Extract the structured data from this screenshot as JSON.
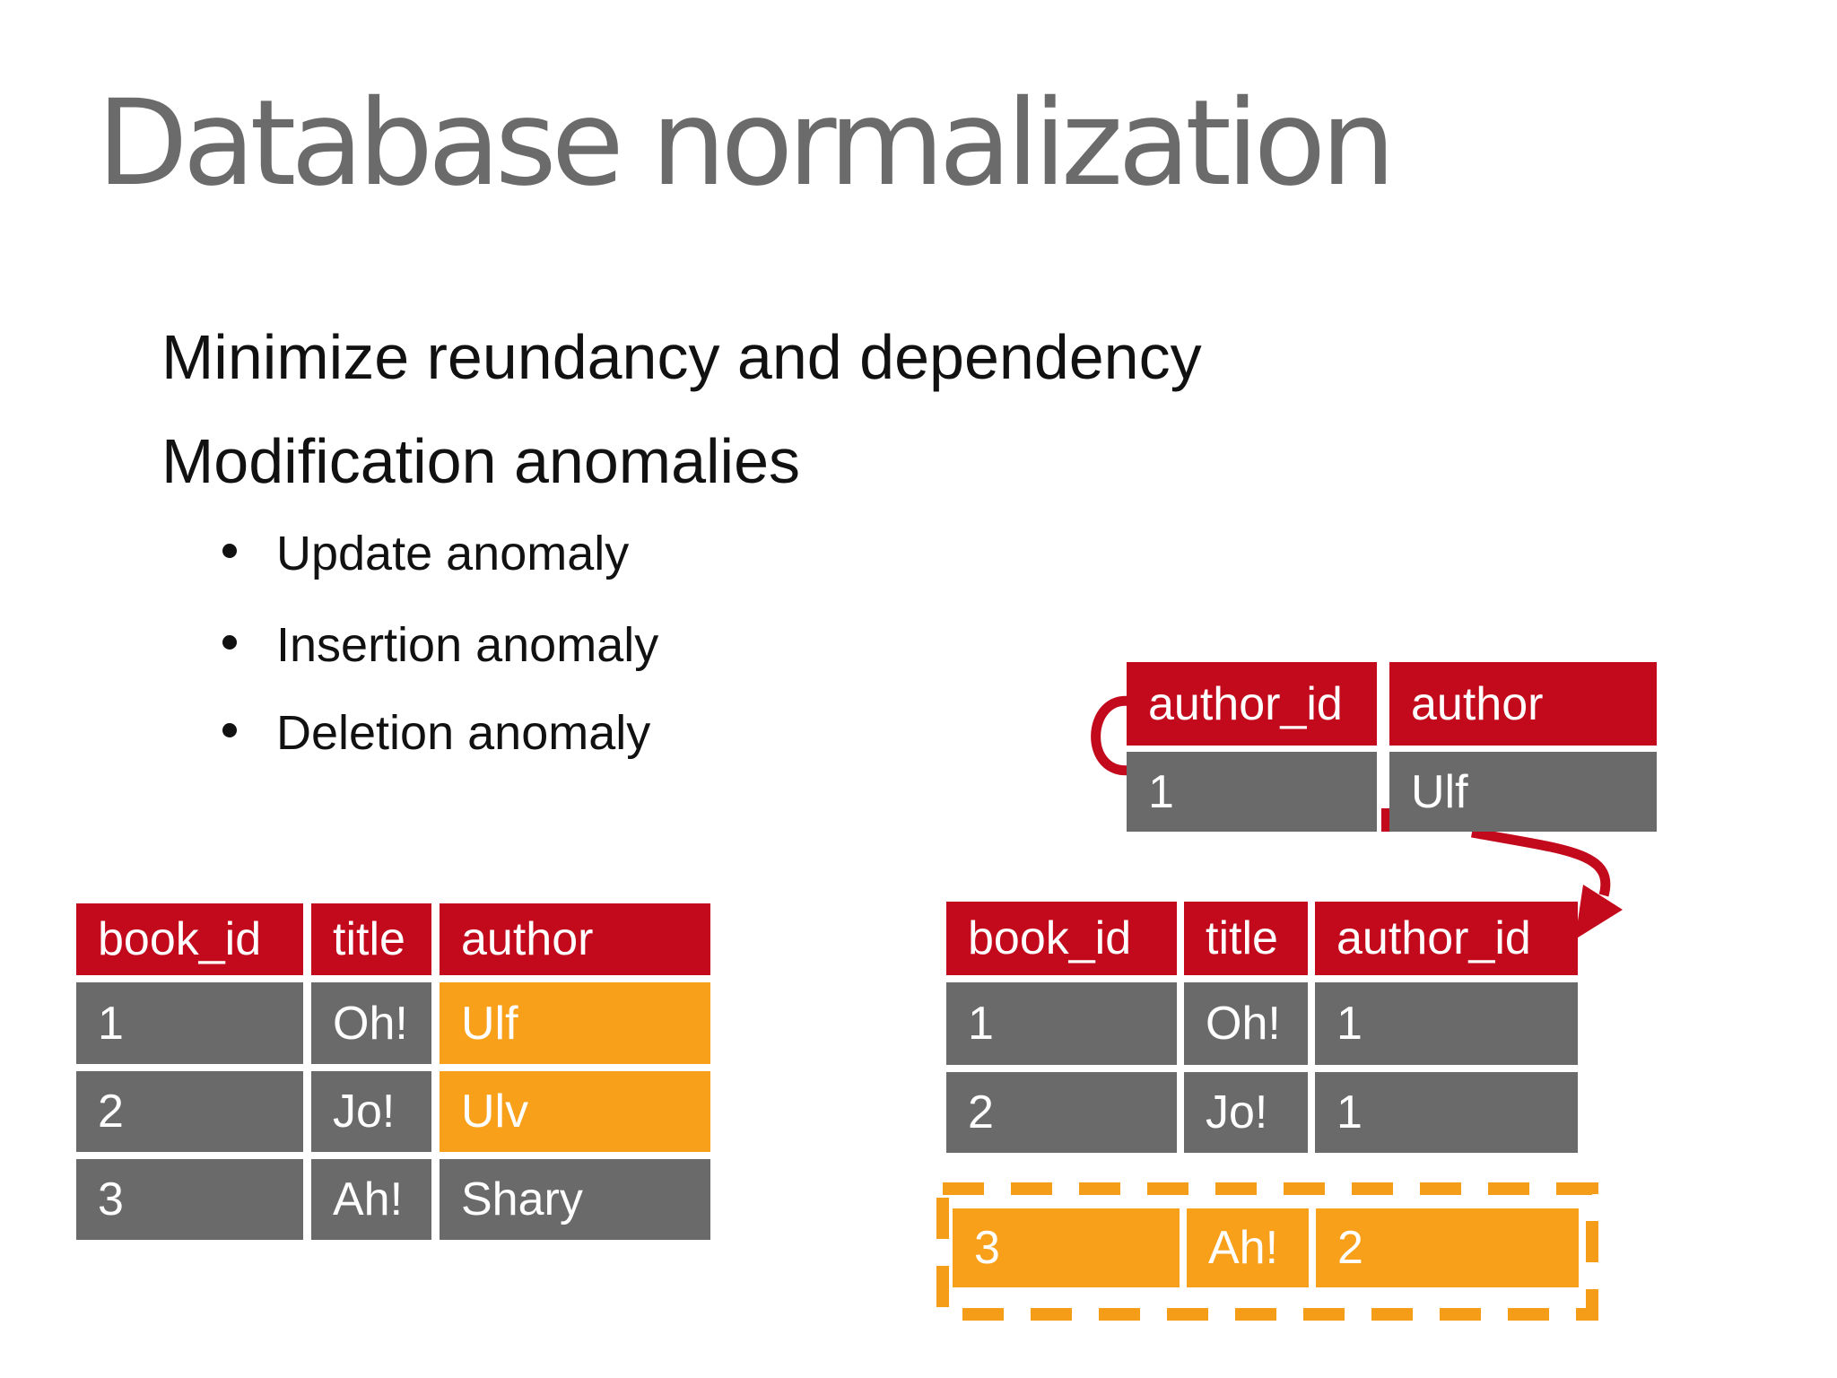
{
  "slide": {
    "title": "Database normalization",
    "subtitle_lines": [
      "Minimize reundancy and dependency",
      "Modification anomalies"
    ],
    "bullets": [
      "Update anomaly",
      "Insertion anomaly",
      "Deletion anomaly"
    ]
  },
  "colors": {
    "title_gray": "#6b6b6b",
    "text_black": "#111111",
    "header_red": "#c3091c",
    "cell_gray": "#6a6a6a",
    "highlight_orange": "#f9a01b",
    "dashed_border_orange": "#f59d18",
    "arrow_red": "#c3091c"
  },
  "author_table": {
    "columns": [
      "author_id",
      "author"
    ],
    "rows": [
      [
        "1",
        "Ulf"
      ]
    ]
  },
  "left_book_table": {
    "columns": [
      "book_id",
      "title",
      "author"
    ],
    "rows": [
      [
        "1",
        "Oh!",
        "Ulf"
      ],
      [
        "2",
        "Jo!",
        "Ulv"
      ],
      [
        "3",
        "Ah!",
        "Shary"
      ]
    ],
    "highlight": [
      [
        false,
        false,
        true
      ],
      [
        false,
        false,
        true
      ],
      [
        false,
        false,
        false
      ]
    ]
  },
  "right_book_table": {
    "columns": [
      "book_id",
      "title",
      "author_id"
    ],
    "rows": [
      [
        "1",
        "Oh!",
        "1"
      ],
      [
        "2",
        "Jo!",
        "1"
      ]
    ],
    "inserted_row": [
      "3",
      "Ah!",
      "2"
    ]
  }
}
